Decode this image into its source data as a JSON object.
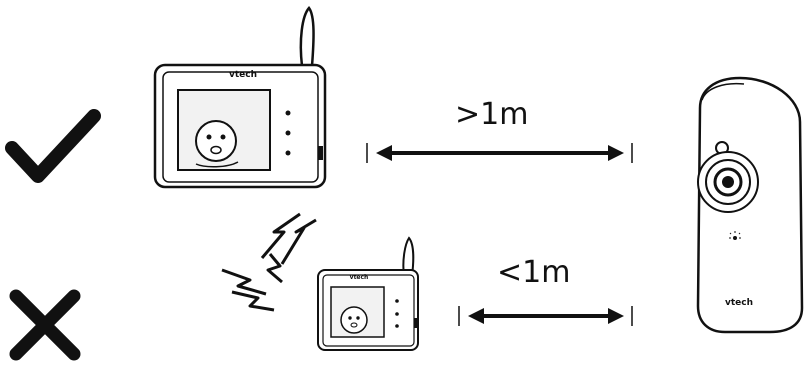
{
  "colors": {
    "ink": "#111111",
    "screen": "#f2f2f2",
    "background": "#ffffff"
  },
  "icons": {
    "correct": "checkmark-icon",
    "incorrect": "cross-icon",
    "interference": "lightning-bolt-icon"
  },
  "correct_setup": {
    "distance_label": ">1m",
    "brand": "vtech"
  },
  "incorrect_setup": {
    "distance_label": "<1m",
    "brand": "vtech"
  },
  "camera": {
    "brand": "vtech"
  }
}
